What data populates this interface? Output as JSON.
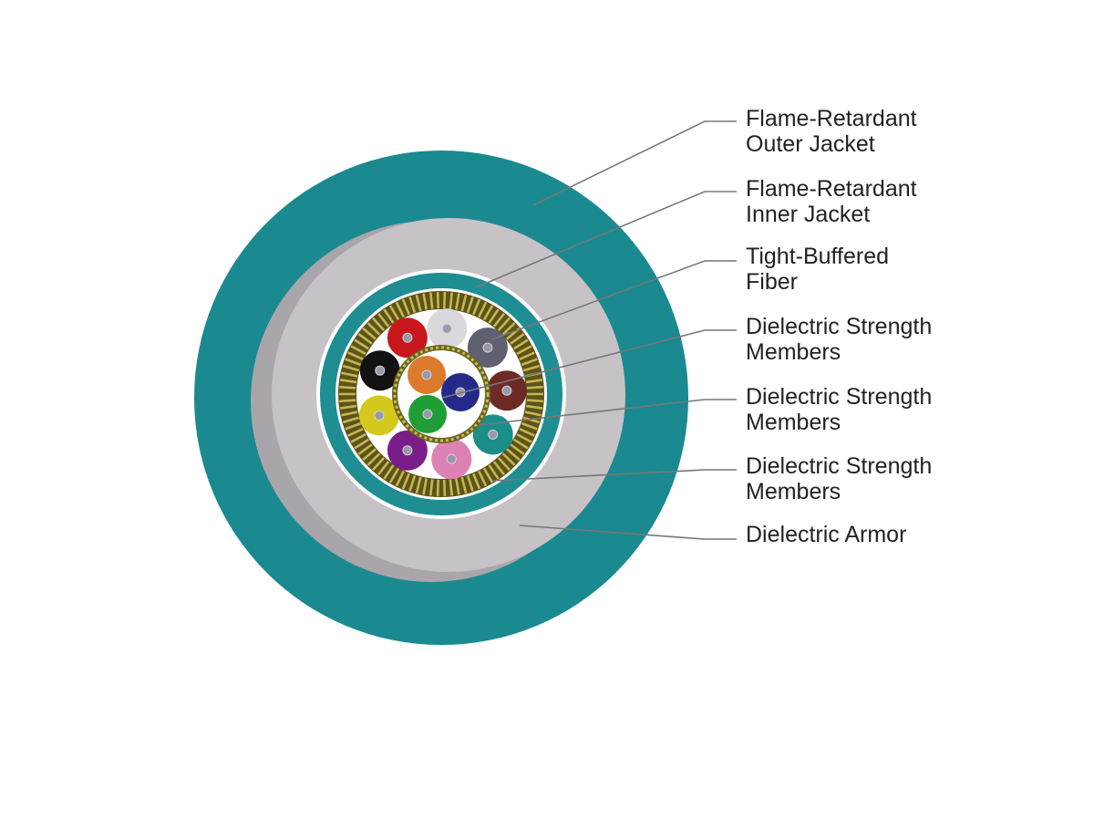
{
  "colors": {
    "outer_jacket": "#1a8a90",
    "inner_jacket": "#c6c2c6",
    "armor_inner_ring": "#1f8e92",
    "strength_member_yarn": "#9a8a30",
    "core_background": "#ffffff",
    "leader_line": "#777777"
  },
  "fibers": {
    "outer_ring": [
      {
        "color_name": "red",
        "color": "#c8161d"
      },
      {
        "color_name": "white",
        "color": "#d9d8dd"
      },
      {
        "color_name": "slate",
        "color": "#5f6070"
      },
      {
        "color_name": "brown",
        "color": "#6e2b25"
      },
      {
        "color_name": "aqua",
        "color": "#1a8f89"
      },
      {
        "color_name": "rose",
        "color": "#dd82b4"
      },
      {
        "color_name": "violet",
        "color": "#7b1d88"
      },
      {
        "color_name": "yellow",
        "color": "#d5c91e"
      },
      {
        "color_name": "black",
        "color": "#121212"
      }
    ],
    "inner_ring": [
      {
        "color_name": "orange",
        "color": "#dc7a2e"
      },
      {
        "color_name": "blue",
        "color": "#242a8a"
      },
      {
        "color_name": "green",
        "color": "#1e9e35"
      }
    ]
  },
  "labels": [
    {
      "line1": "Flame-Retardant",
      "line2": "Outer Jacket"
    },
    {
      "line1": "Flame-Retardant",
      "line2": "Inner Jacket"
    },
    {
      "line1": "Tight-Buffered",
      "line2": "Fiber"
    },
    {
      "line1": "Dielectric Strength",
      "line2": "Members"
    },
    {
      "line1": "Dielectric Strength",
      "line2": "Members"
    },
    {
      "line1": "Dielectric Strength",
      "line2": "Members"
    },
    {
      "line1": "Dielectric Armor",
      "line2": ""
    }
  ]
}
